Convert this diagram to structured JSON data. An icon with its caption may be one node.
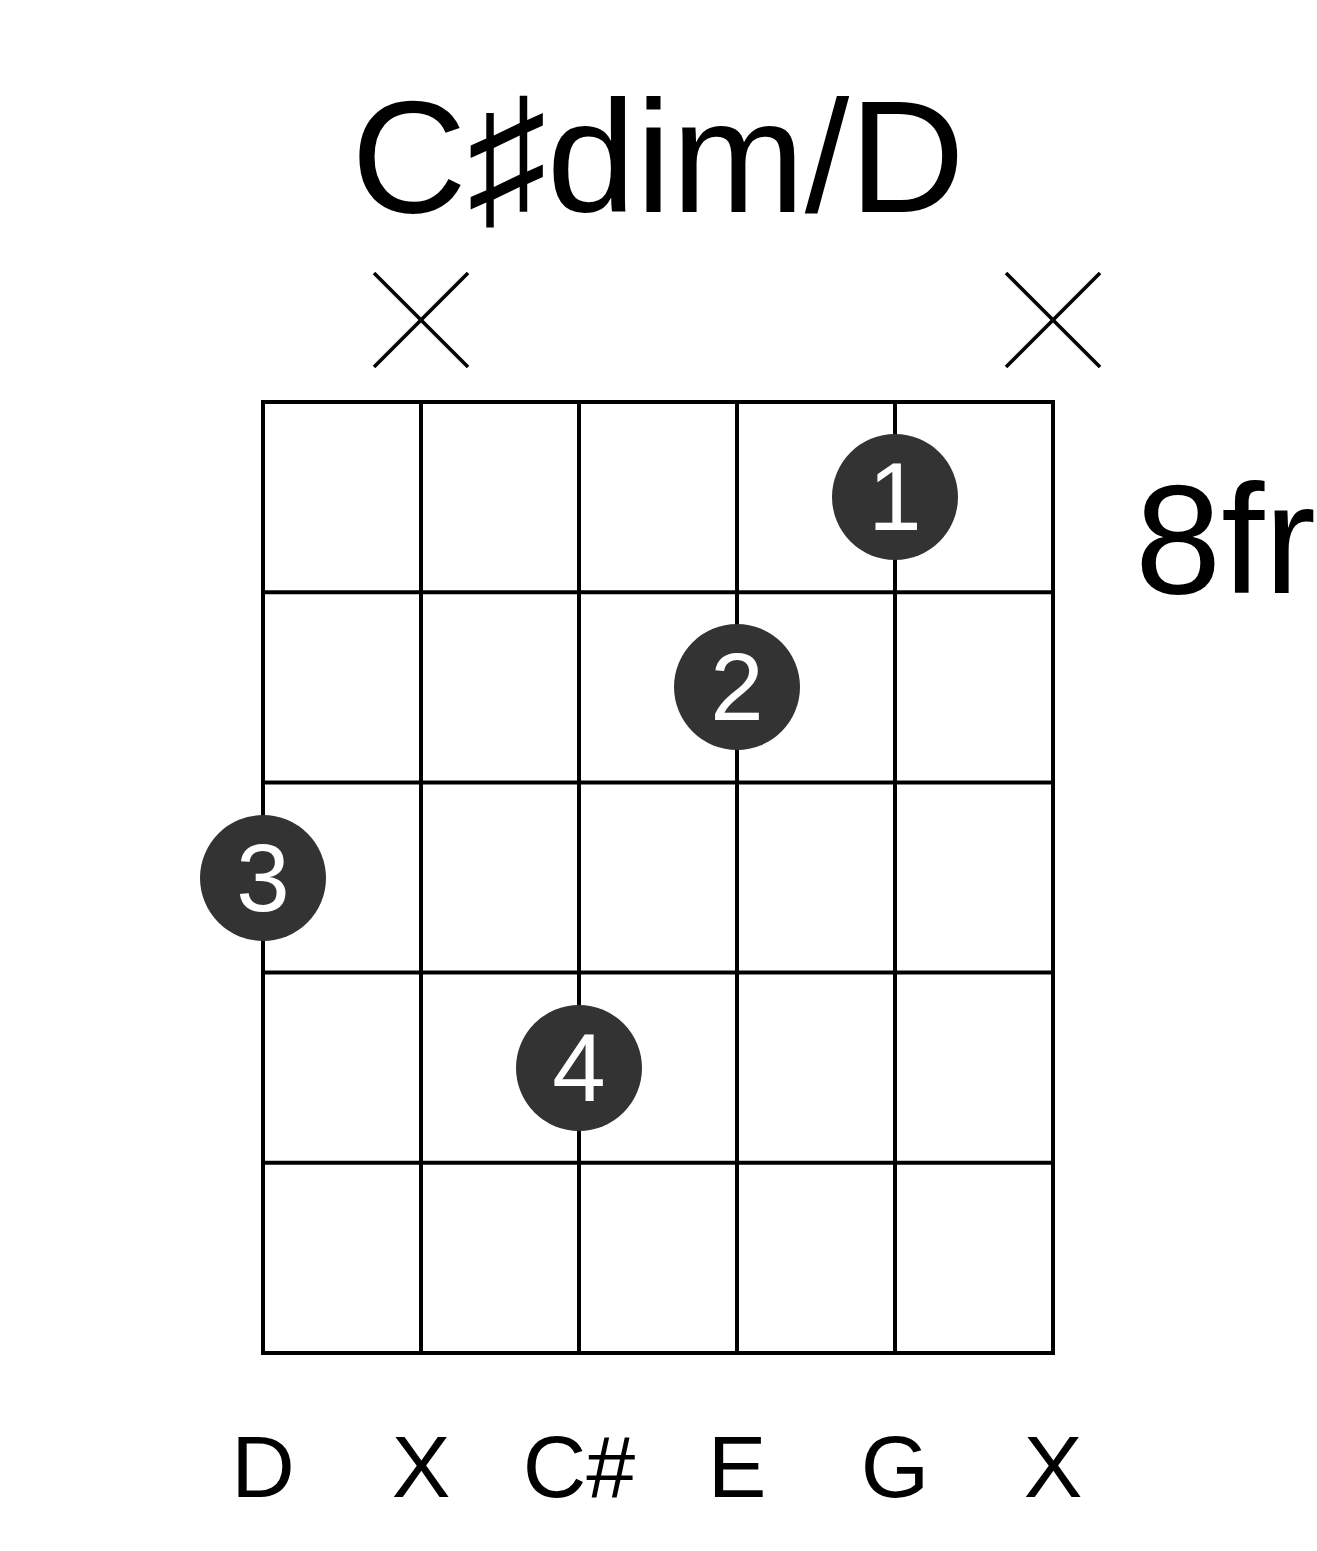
{
  "diagram": {
    "title": "C♯dim/D",
    "nodes": [
      {
        "text": [
          "1"
        ]
      },
      {
        "text": [
          "2"
        ]
      },
      {
        "text": [
          "3"
        ]
      },
      {
        "text": [
          "4"
        ]
      }
    ],
    "labels": [
      "8fr",
      "D",
      "X",
      "C#",
      "E",
      "G",
      "X"
    ]
  }
}
